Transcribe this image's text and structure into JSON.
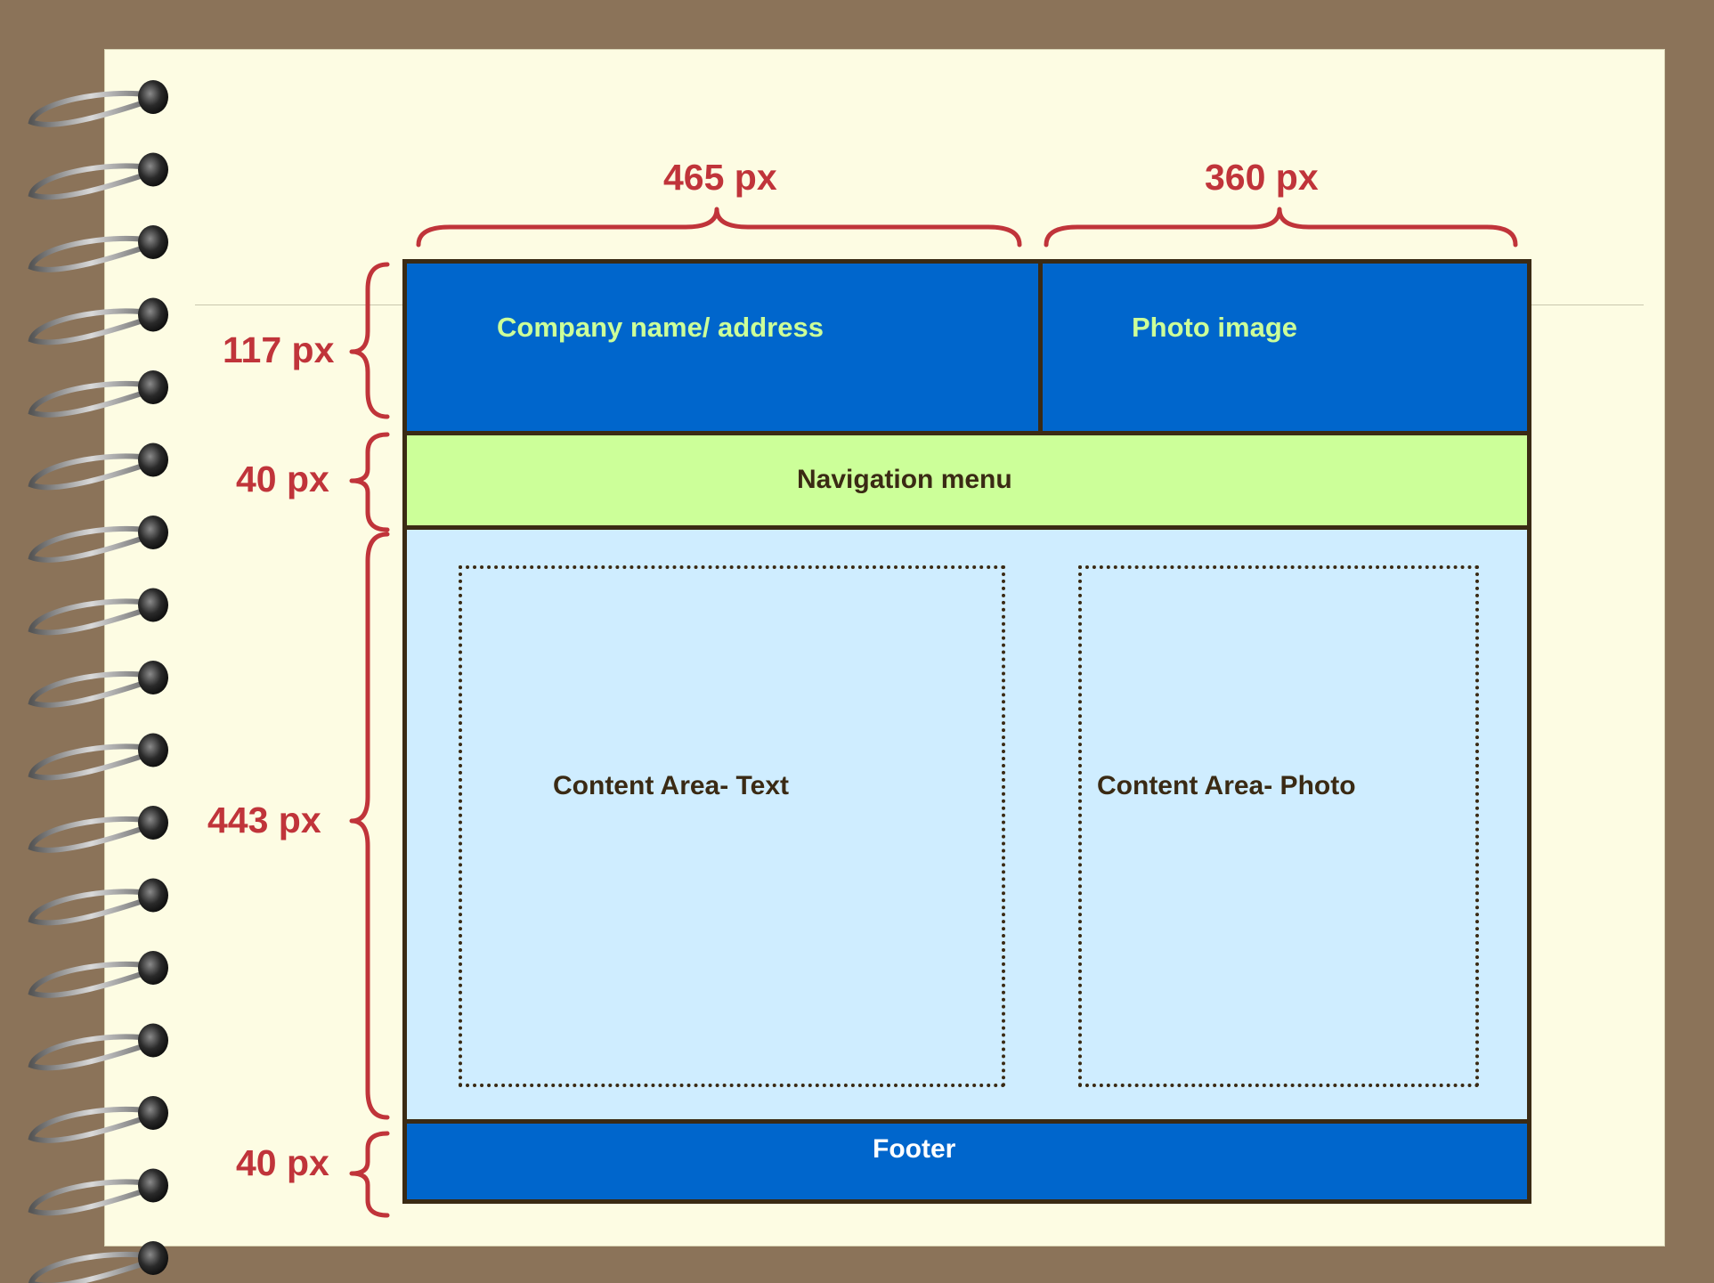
{
  "colors": {
    "background": "#8b7359",
    "paper": "#fdfce3",
    "header_blue": "#0066cc",
    "nav_green": "#ccff99",
    "content_blue": "#cfedff",
    "border_dark": "#3a2a14",
    "dimension_red": "#c0343a"
  },
  "dimensions": {
    "width_left": "465 px",
    "width_right": "360 px",
    "height_header": "117 px",
    "height_nav": "40 px",
    "height_content": "443 px",
    "height_footer": "40 px"
  },
  "layout": {
    "header_left_label": "Company name/ address",
    "header_right_label": "Photo image",
    "nav_label": "Navigation menu",
    "content_text_label": "Content Area- Text",
    "content_photo_label": "Content Area- Photo",
    "footer_label": "Footer"
  },
  "icons": {
    "binding": "spiral-binding-icon"
  }
}
